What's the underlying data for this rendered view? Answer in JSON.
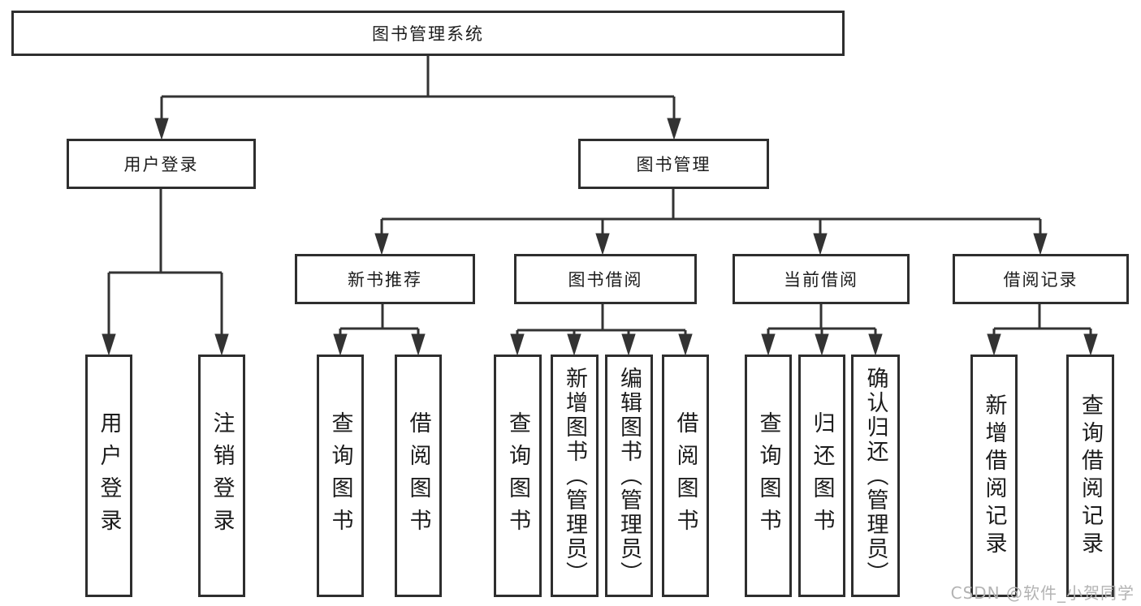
{
  "tree": {
    "root": {
      "label": "图书管理系统"
    },
    "branches": [
      {
        "label": "用户登录",
        "children": [
          {
            "label": "用户登录"
          },
          {
            "label": "注销登录"
          }
        ]
      },
      {
        "label": "图书管理",
        "children": [
          {
            "label": "新书推荐",
            "children": [
              {
                "label": "查询图书"
              },
              {
                "label": "借阅图书"
              }
            ]
          },
          {
            "label": "图书借阅",
            "children": [
              {
                "label": "查询图书"
              },
              {
                "label": "新增图书（管理员）"
              },
              {
                "label": "编辑图书（管理员）"
              },
              {
                "label": "借阅图书"
              }
            ]
          },
          {
            "label": "当前借阅",
            "children": [
              {
                "label": "查询图书"
              },
              {
                "label": "归还图书"
              },
              {
                "label": "确认归还（管理员）"
              }
            ]
          },
          {
            "label": "借阅记录",
            "children": [
              {
                "label": "新增借阅记录"
              },
              {
                "label": "查询借阅记录"
              }
            ]
          }
        ]
      }
    ]
  },
  "watermark": "CSDN @软件_小贺同学",
  "colors": {
    "line": "#333333",
    "box_border": "#2e2e2e",
    "box_fill": "#ffffff",
    "text": "#1c1c1c",
    "watermark": "#b3b3b3"
  }
}
